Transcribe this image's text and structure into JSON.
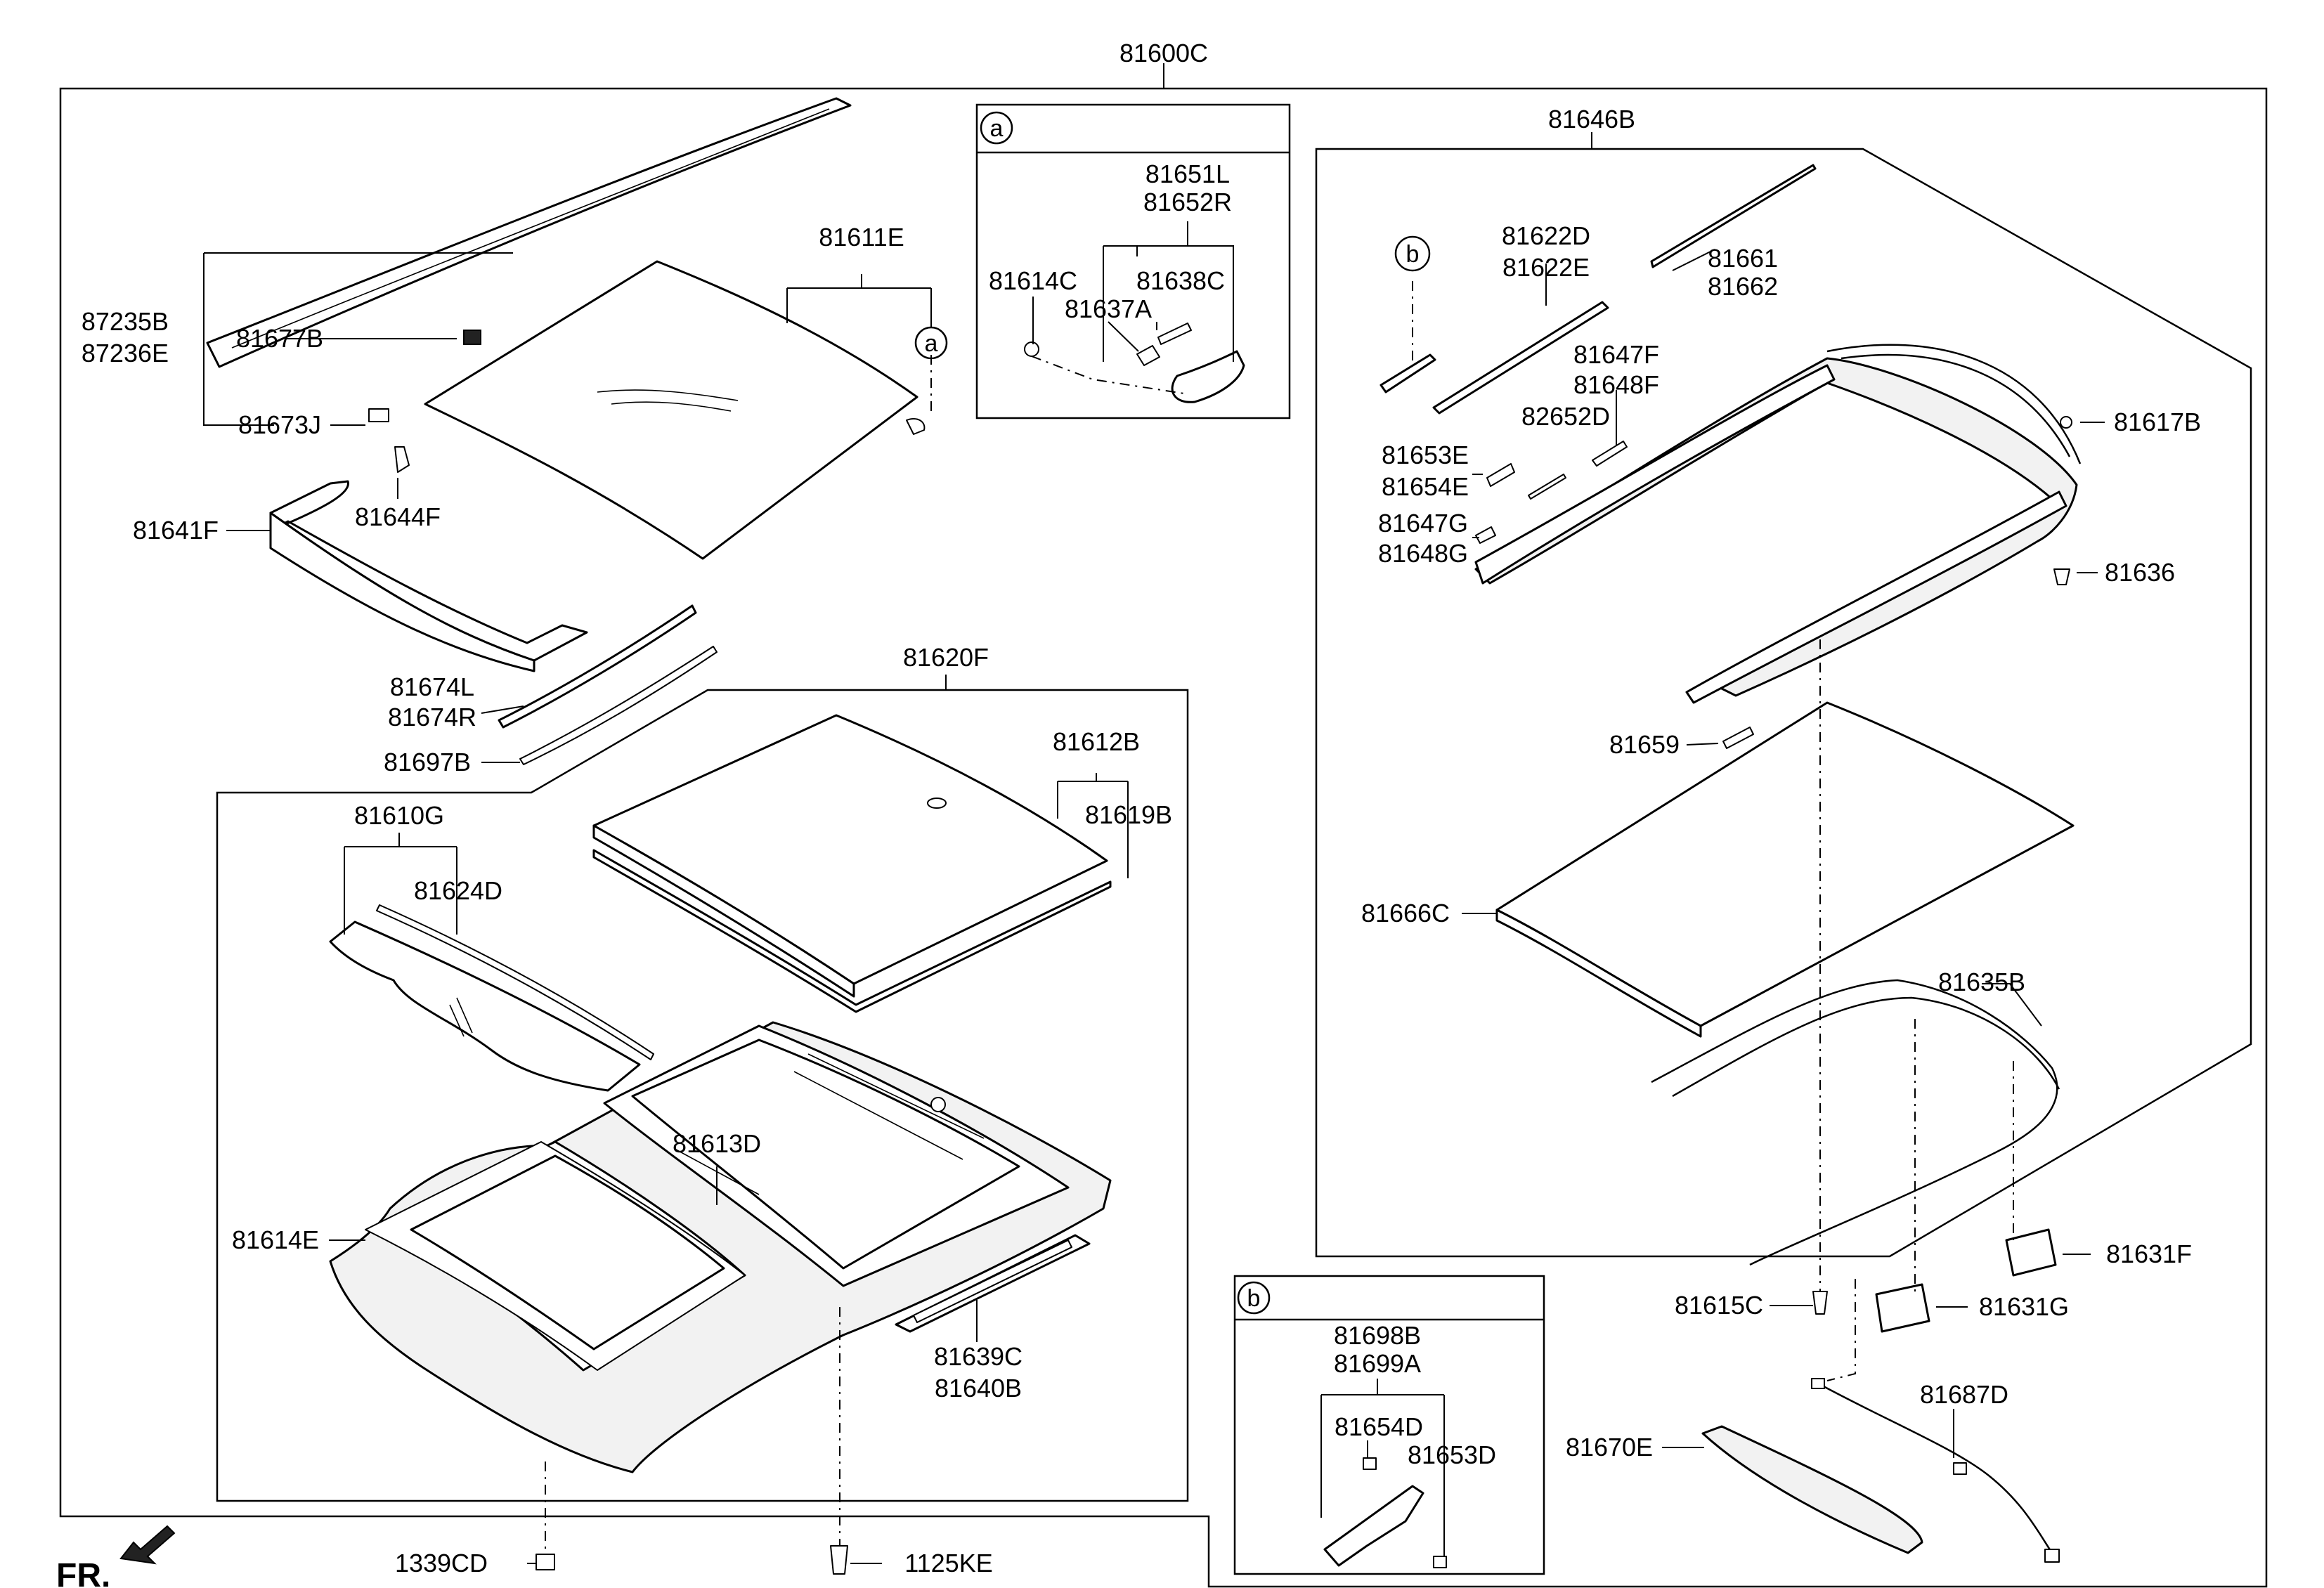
{
  "diagram": {
    "orientation_label": "FR.",
    "callouts": {
      "a": "a",
      "b": "b"
    },
    "labels": {
      "p81600C": "81600C",
      "p81646B": "81646B",
      "p81651L": "81651L",
      "p81652R": "81652R",
      "p81614C": "81614C",
      "p81638C": "81638C",
      "p81637A": "81637A",
      "p87235B": "87235B",
      "p87236E": "87236E",
      "p81677B": "81677B",
      "p81673J": "81673J",
      "p81611E": "81611E",
      "p81644F": "81644F",
      "p81641F": "81641F",
      "p81674L": "81674L",
      "p81674R": "81674R",
      "p81697B": "81697B",
      "p81620F": "81620F",
      "p81612B": "81612B",
      "p81619B": "81619B",
      "p81610G": "81610G",
      "p81624D": "81624D",
      "p81613D": "81613D",
      "p81614E": "81614E",
      "p81639C": "81639C",
      "p81640B": "81640B",
      "p1339CD": "1339CD",
      "p1125KE": "1125KE",
      "p81622D": "81622D",
      "p81622E": "81622E",
      "p81661": "81661",
      "p81662": "81662",
      "p81647F": "81647F",
      "p81648F": "81648F",
      "p82652D": "82652D",
      "p81617B": "81617B",
      "p81653E": "81653E",
      "p81654E": "81654E",
      "p81647G": "81647G",
      "p81648G": "81648G",
      "p81636": "81636",
      "p81659": "81659",
      "p81666C": "81666C",
      "p81635B": "81635B",
      "p81631F": "81631F",
      "p81615C": "81615C",
      "p81631G": "81631G",
      "p81698B": "81698B",
      "p81699A": "81699A",
      "p81654D": "81654D",
      "p81653D": "81653D",
      "p81687D": "81687D",
      "p81670E": "81670E"
    }
  }
}
